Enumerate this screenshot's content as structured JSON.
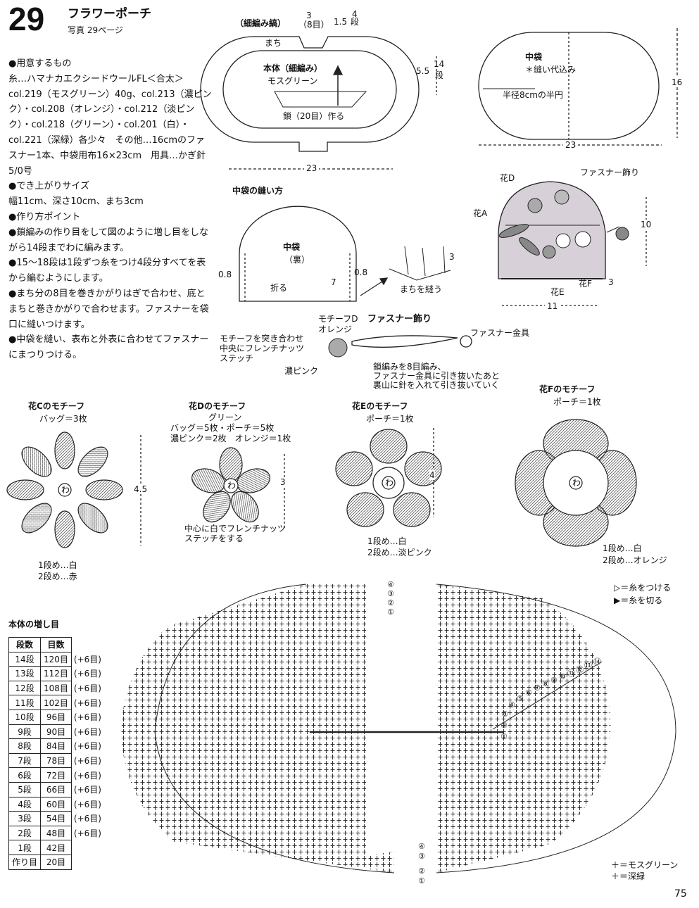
{
  "header": {
    "number": "29",
    "title": "フラワーポーチ",
    "photo_ref": "写真 29ページ"
  },
  "materials": [
    "●用意するもの",
    "糸…ハマナカエクシードウールFL＜合太＞col.219（モスグリーン）40g、col.213（濃ピンク）・col.208（オレンジ）・col.212（淡ピンク）・col.218（グリーン）・col.201（白）・col.221（深緑）各少々　その他…16cmのファスナー1本、中袋用布16×23cm　用具…かぎ針5/0号",
    "●でき上がりサイズ",
    "幅11cm、深さ10cm、まち3cm",
    "●作り方ポイント",
    "●鎖編みの作り目をして図のように増し目をしながら14段までわに編みます。",
    "●15〜18段は1段ずつ糸をつけ4段分すべてを表から編むようにします。",
    "●まち分の8目を巻きかがりはぎで合わせ、底とまちと巻きかがりで合わせます。ファスナーを袋口に縫いつけます。",
    "●中袋を縫い、表布と外表に合わせてファスナーにまつりつける。"
  ],
  "body_diagram": {
    "stripe": "（細編み縞）",
    "gusset": "まち",
    "gusset_w": "3",
    "gusset_sts": "（8目）",
    "h_top": "1.5",
    "rows4": "4",
    "dan": "段",
    "main": "本体（細編み）",
    "color": "モスグリーン",
    "chain": "鎖（20目）作る",
    "side_h": "5.5",
    "rows14": "14",
    "dan2": "段",
    "width": "23"
  },
  "inner_bag": {
    "title": "中袋",
    "note": "＊縫い代込み",
    "radius": "半径8cmの半円",
    "h": "16",
    "w": "23"
  },
  "sewing": {
    "title": "中袋の縫い方",
    "bag": "中袋",
    "back": "（裏）",
    "m1": "0.8",
    "m2": "0.8",
    "fold": "折る",
    "seven": "7",
    "gusset_sew": "まちを縫う",
    "three": "3"
  },
  "finished": {
    "flower_d": "花D",
    "zipper_deco": "ファスナー飾り",
    "flower_a": "花A",
    "h": "10",
    "flower_e": "花E",
    "flower_f": "花F",
    "three": "3",
    "w": "11"
  },
  "zipper": {
    "motif": "モチーフD",
    "orange": "オレンジ",
    "title": "ファスナー飾り",
    "hardware": "ファスナー金具",
    "overlap1": "モチーフを突き合わせ",
    "overlap2": "中央にフレンチナッツ",
    "overlap3": "ステッチ",
    "dark_pink": "濃ピンク",
    "chain1": "鎖編みを8目編み、",
    "chain2": "ファスナー金具に引き抜いたあと",
    "chain3": "裏山に針を入れて引き抜いていく"
  },
  "flower_c": {
    "title": "花Cのモチーフ",
    "qty": "バッグ＝3枚",
    "size": "4.5",
    "r1": "1段め…白",
    "r2": "2段め…赤"
  },
  "flower_d": {
    "title": "花Dのモチーフ",
    "color": "グリーン",
    "qty1": "バッグ＝5枚・ポーチ＝5枚",
    "qty2": "濃ピンク＝2枚　オレンジ＝1枚",
    "size": "3",
    "note1": "中心に白でフレンチナッツ",
    "note2": "ステッチをする"
  },
  "flower_e": {
    "title": "花Eのモチーフ",
    "qty": "ポーチ＝1枚",
    "size": "4",
    "r1": "1段め…白",
    "r2": "2段め…淡ピンク"
  },
  "flower_f": {
    "title": "花Fのモチーフ",
    "qty": "ポーチ＝1枚",
    "r1": "1段め…白",
    "r2": "2段め…オレンジ"
  },
  "center_mark": "わ",
  "increase_table": {
    "title": "本体の増し目",
    "headers": [
      "段数",
      "目数"
    ],
    "rows": [
      {
        "row": "14段",
        "sts": "120目",
        "inc": "(+6目)"
      },
      {
        "row": "13段",
        "sts": "112目",
        "inc": "(+6目)"
      },
      {
        "row": "12段",
        "sts": "108目",
        "inc": "(+6目)"
      },
      {
        "row": "11段",
        "sts": "102目",
        "inc": "(+6目)"
      },
      {
        "row": "10段",
        "sts": "96目",
        "inc": "(+6目)"
      },
      {
        "row": "9段",
        "sts": "90目",
        "inc": "(+6目)"
      },
      {
        "row": "8段",
        "sts": "84目",
        "inc": "(+6目)"
      },
      {
        "row": "7段",
        "sts": "78目",
        "inc": "(+6目)"
      },
      {
        "row": "6段",
        "sts": "72目",
        "inc": "(+6目)"
      },
      {
        "row": "5段",
        "sts": "66目",
        "inc": "(+6目)"
      },
      {
        "row": "4段",
        "sts": "60目",
        "inc": "(+6目)"
      },
      {
        "row": "3段",
        "sts": "54目",
        "inc": "(+6目)"
      },
      {
        "row": "2段",
        "sts": "48目",
        "inc": "(+6目)"
      },
      {
        "row": "1段",
        "sts": "42目",
        "inc": ""
      },
      {
        "row": "作り目",
        "sts": "20目",
        "inc": ""
      }
    ]
  },
  "legend": {
    "attach": "▷＝糸をつける",
    "cut": "▶＝糸を切る",
    "moss": "＋＝モスグリーン",
    "deep": "＋＝深緑"
  },
  "chart_row_labels": {
    "top": [
      "④",
      "③",
      "②",
      "①"
    ],
    "bottom": [
      "④",
      "③",
      "②",
      "①"
    ],
    "rows": [
      "①",
      "②",
      "③",
      "④",
      "⑤",
      "⑥",
      "⑦",
      "⑧",
      "⑨",
      "⑩",
      "⑪",
      "⑫",
      "⑬",
      "⑭"
    ]
  },
  "page_number": "75"
}
